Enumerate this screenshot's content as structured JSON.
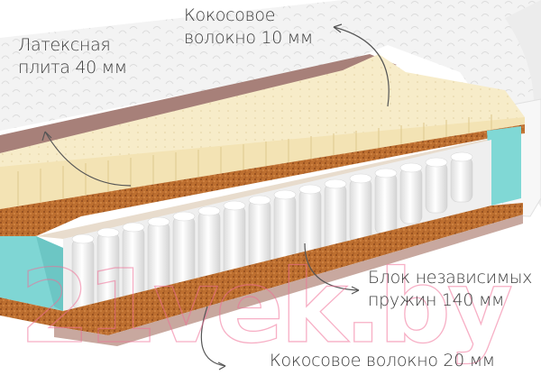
{
  "product": {
    "type": "mattress-cross-section"
  },
  "layers": [
    {
      "id": "latex",
      "line1": "Латексная",
      "line2": "плита 40 мм",
      "color": "#f5e8c0"
    },
    {
      "id": "coconut_top",
      "line1": "Кокосовое",
      "line2": "волокно 10 мм",
      "color": "#b86a2e"
    },
    {
      "id": "springs",
      "line1": "Блок независимых",
      "line2": "пружин 140 мм",
      "color": "#f2f2f2"
    },
    {
      "id": "coconut_bottom",
      "line1": "Кокосовое волокно  20 мм",
      "color": "#b86a2e"
    }
  ],
  "materials": {
    "cover": "#f4f4f4",
    "felt": "#a58078",
    "foam_frame": "#7fd7d4",
    "spacer": "#e8ddcf"
  },
  "watermark": {
    "text": "21vek.by",
    "color": "#f06e96"
  }
}
